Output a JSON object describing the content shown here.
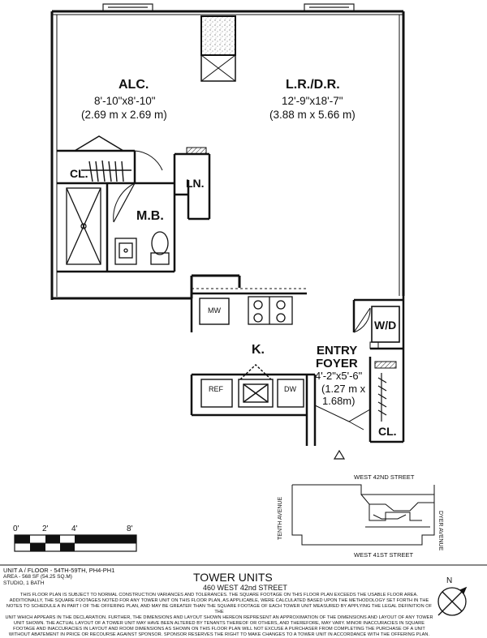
{
  "rooms": {
    "alcove": {
      "name": "ALC.",
      "dim_ft": "8'-10\"x8'-10\"",
      "dim_m": "(2.69 m x 2.69 m)"
    },
    "living": {
      "name": "L.R./D.R.",
      "dim_ft": "12'-9\"x18'-7\"",
      "dim_m": "(3.88 m x 5.66 m)"
    },
    "closet_alcove": "CL.",
    "linen": "LN.",
    "master_bath": "M.B.",
    "microwave": "MW",
    "kitchen": "K.",
    "refrigerator": "REF",
    "dishwasher": "DW",
    "washer_dryer": "W/D",
    "entry": {
      "name_line1": "ENTRY",
      "name_line2": "FOYER",
      "dim_ft": "4'-2\"x5'-6\"",
      "dim_m_line1": "(1.27 m x",
      "dim_m_line2": "1.68m)"
    },
    "closet_entry": "CL."
  },
  "scale": {
    "ticks": [
      "0'",
      "2'",
      "4'",
      "8'"
    ]
  },
  "key_plan": {
    "north_street": "WEST 42ND STREET",
    "south_street": "WEST 41ST STREET",
    "west_avenue": "TENTH AVENUE",
    "east_avenue": "DYER AVENUE"
  },
  "footer": {
    "unit_line": "UNIT A / FLOOR - 54TH-59TH, PH4-PH1",
    "area_line": "AREA - 568 SF (54.25 SQ.M)",
    "type_line": "STUDIO, 1 BATH",
    "title": "TOWER UNITS",
    "address": "460 WEST 42nd STREET",
    "disclaimer": [
      "THIS FLOOR PLAN IS SUBJECT TO NORMAL CONSTRUCTION VARIANCES AND TOLERANCES. THE SQUARE FOOTAGE ON THIS FLOOR PLAN EXCEEDS THE USABLE FLOOR AREA.",
      "ADDITIONALLY, THE SQUARE FOOTAGES NOTED FOR ANY TOWER UNIT ON THIS FLOOR PLAN, AS APPLICABLE, WERE CALCULATED BASED UPON THE METHODOLOGY SET FORTH IN THE",
      "NOTES TO SCHEDULE A IN PART I OF THE OFFERING PLAN, AND MAY BE GREATER THAN THE SQUARE FOOTAGE OF EACH TOWER UNIT MEASURED BY APPLYING THE LEGAL DEFINITION OF THE",
      "UNIT WHICH APPEARS IN THE DECLARATION. FURTHER, THE DIMENSIONS AND LAYOUT SHOWN HEREON REPRESENT AN APPROXIMATION OF THE DIMENSIONS AND LAYOUT OF ANY TOWER",
      "UNIT SHOWN. THE ACTUAL LAYOUT OF A TOWER UNIT MAY HAVE BEEN ALTERED BY TENANTS THEREOF OR OTHERS, AND THEREFORE, MAY VARY. MINOR INACCURACIES IN SQUARE",
      "FOOTAGE AND INACCURACIES IN LAYOUT AND ROOM DIMENSIONS AS SHOWN ON THIS FLOOR PLAN WILL NOT EXCUSE A PURCHASER FROM COMPLETING THE PURCHASE OF A UNIT",
      "WITHOUT ABATEMENT IN PRICE OR RECOURSE AGAINST SPONSOR. SPONSOR RESERVES THE RIGHT TO MAKE CHANGES TO A TOWER UNIT IN ACCORDANCE WITH THE OFFERING PLAN."
    ]
  },
  "compass": {
    "north": "N",
    "icon": "north-arrow-icon"
  }
}
